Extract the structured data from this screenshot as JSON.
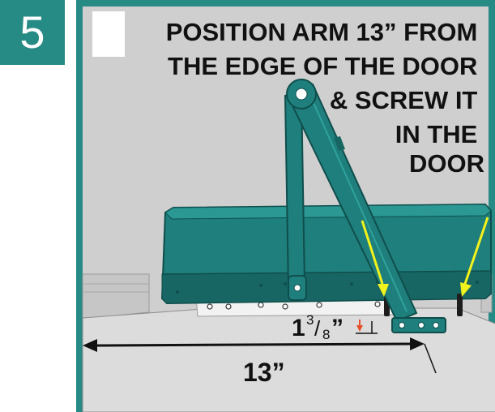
{
  "step": {
    "number": "5"
  },
  "instruction": {
    "lines": [
      "POSITION ARM 13” FROM",
      "THE EDGE OF THE DOOR",
      "& SCREW IT",
      "IN THE",
      "DOOR"
    ]
  },
  "dimensions": {
    "arm_distance": "13”",
    "offset_whole": "1",
    "offset_numerator": "3",
    "offset_slash": "/",
    "offset_denominator": "8",
    "offset_unit": "”"
  },
  "colors": {
    "accent": "#268a85",
    "device": "#1f7f7c",
    "device_dark": "#145856",
    "background": "#cfcfcf",
    "pointer_arrow": "#f2f21c",
    "marker_arrow": "#e8502a"
  }
}
